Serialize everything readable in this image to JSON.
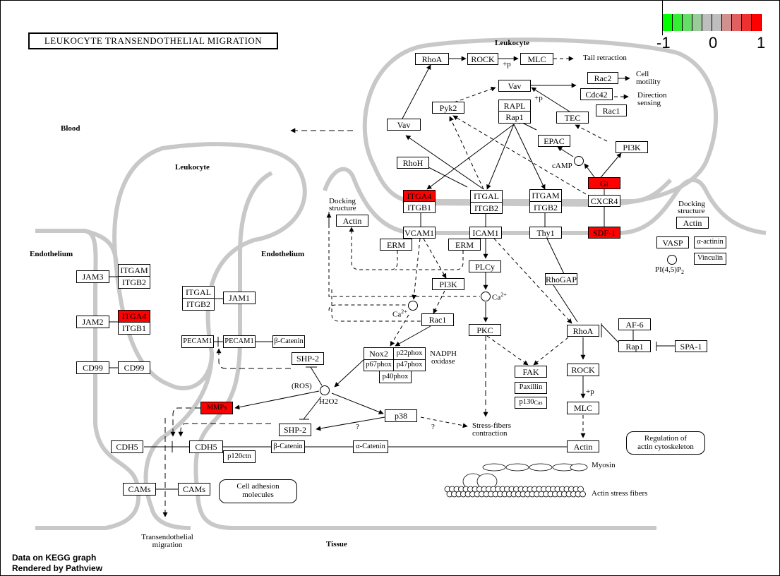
{
  "title": "LEUKOCYTE TRANSENDOTHELIAL MIGRATION",
  "legend": {
    "ticks": [
      "-1",
      "0",
      "1"
    ],
    "colors": [
      "#00ff00",
      "#33ee33",
      "#66dd66",
      "#99cc99",
      "#bebebe",
      "#bebebe",
      "#d09090",
      "#e06060",
      "#ef3030",
      "#ff0000"
    ]
  },
  "highlight_color": "#ff0000",
  "regions": {
    "blood": "Blood",
    "leukocyte_left": "Leukocyte",
    "leukocyte_top": "Leukocyte",
    "endothelium_left": "Endothelium",
    "endothelium_mid": "Endothelium",
    "tissue": "Tissue"
  },
  "nodes": {
    "rhoa_top": "RhoA",
    "rock_top": "ROCK",
    "mlc_top": "MLC",
    "rac2": "Rac2",
    "cdc42": "Cdc42",
    "rac1_top": "Rac1",
    "vav_mid": "Vav",
    "pyk2": "Pyk2",
    "rapl": "RAPL",
    "rap1_top": "Rap1",
    "tec": "TEC",
    "vav_left": "Vav",
    "epac": "EPAC",
    "pi3k_top": "PI3K",
    "rhoh": "RhoH",
    "itga4_main": "ITGA4",
    "itgb1_main": "ITGB1",
    "itgal_main": "ITGAL",
    "itgb2_main": "ITGB2",
    "itgam_main": "ITGAM",
    "itgb2_main2": "ITGB2",
    "gi": "Gi",
    "cxcr4": "CXCR4",
    "sdf1": "SDF-1",
    "vcam1": "VCAM1",
    "icam1": "ICAM1",
    "thy1": "Thy1",
    "erm_left": "ERM",
    "erm_right": "ERM",
    "actin_dock": "Actin",
    "actin_dock_right": "Actin",
    "vasp": "VASP",
    "alpha_actinin": "α-actinin",
    "vinculin": "Vinculin",
    "plcy": "PLCy",
    "pi3k_mid": "PI3K",
    "rac1_mid": "Rac1",
    "rhogap": "RhoGAP",
    "pkc": "PKC",
    "rhoa_mid": "RhoA",
    "af6": "AF-6",
    "rap1_right": "Rap1",
    "spa1": "SPA-1",
    "fak": "FAK",
    "paxillin": "Paxillin",
    "p130cas": "p130",
    "p130cas_sup": "Cas",
    "rock_mid": "ROCK",
    "mlc_mid": "MLC",
    "actin_bottom": "Actin",
    "nox2": "Nox2",
    "p22phox": "p22phox",
    "p67phox": "p67phox",
    "p47phox": "p47phox",
    "p40phox": "p40phox",
    "jam3": "JAM3",
    "itgam_left": "ITGAM",
    "itgb2_left": "ITGB2",
    "jam2": "JAM2",
    "itga4_left": "ITGA4",
    "itgb1_left": "ITGB1",
    "cd99_a": "CD99",
    "cd99_b": "CD99",
    "itgal_mid": "ITGAL",
    "itgb2_mid": "ITGB2",
    "jam1": "JAM1",
    "pecam1_a": "PECAM1",
    "pecam1_b": "PECAM1",
    "beta_catenin_top": "β-Catenin",
    "shp2_top": "SHP-2",
    "mmps": "MMPs",
    "shp2_bottom": "SHP-2",
    "p38": "p38",
    "cdh5_a": "CDH5",
    "cdh5_b": "CDH5",
    "p120ctn": "p120ctn",
    "beta_catenin_bottom": "β-Catenin",
    "alpha_catenin": "α-Catenin",
    "cams_a": "CAMs",
    "cams_b": "CAMs"
  },
  "highlighted_nodes": [
    "itga4_main",
    "gi",
    "sdf1",
    "itga4_left",
    "mmps"
  ],
  "labels": {
    "tail_retraction": "Tail retraction",
    "cell_motility_1": "Cell",
    "cell_motility_2": "motility",
    "direction_1": "Direction",
    "direction_2": "sensing",
    "plus_p_1": "+p",
    "plus_p_2": "+p",
    "plus_p_3": "+p",
    "camp": "cAMP",
    "docking_1": "Docking",
    "docking_2": "structure",
    "docking_r1": "Docking",
    "docking_r2": "structure",
    "pip2": "PI(4,5)P",
    "pip2_sub": "2",
    "ca_1": "Ca",
    "ca_1_sup": "2+",
    "ca_2": "Ca",
    "ca_2_sup": "2+",
    "nadph_1": "NADPH",
    "nadph_2": "oxidase",
    "ros": "(ROS)",
    "h2o2": "H2O2",
    "q1": "?",
    "q2": "?",
    "stress_1": "Stress-fibers",
    "stress_2": "contraction",
    "myosin": "Myosin",
    "actin_stress": "Actin stress fibers",
    "reg_actin_1": "Regulation of",
    "reg_actin_2": "actin cytoskeleton",
    "cell_adhesion_1": "Cell adhesion",
    "cell_adhesion_2": "molecules",
    "tem_1": "Transendothelial",
    "tem_2": "migration"
  },
  "footer": {
    "line1": "Data on KEGG graph",
    "line2": "Rendered by Pathview"
  }
}
